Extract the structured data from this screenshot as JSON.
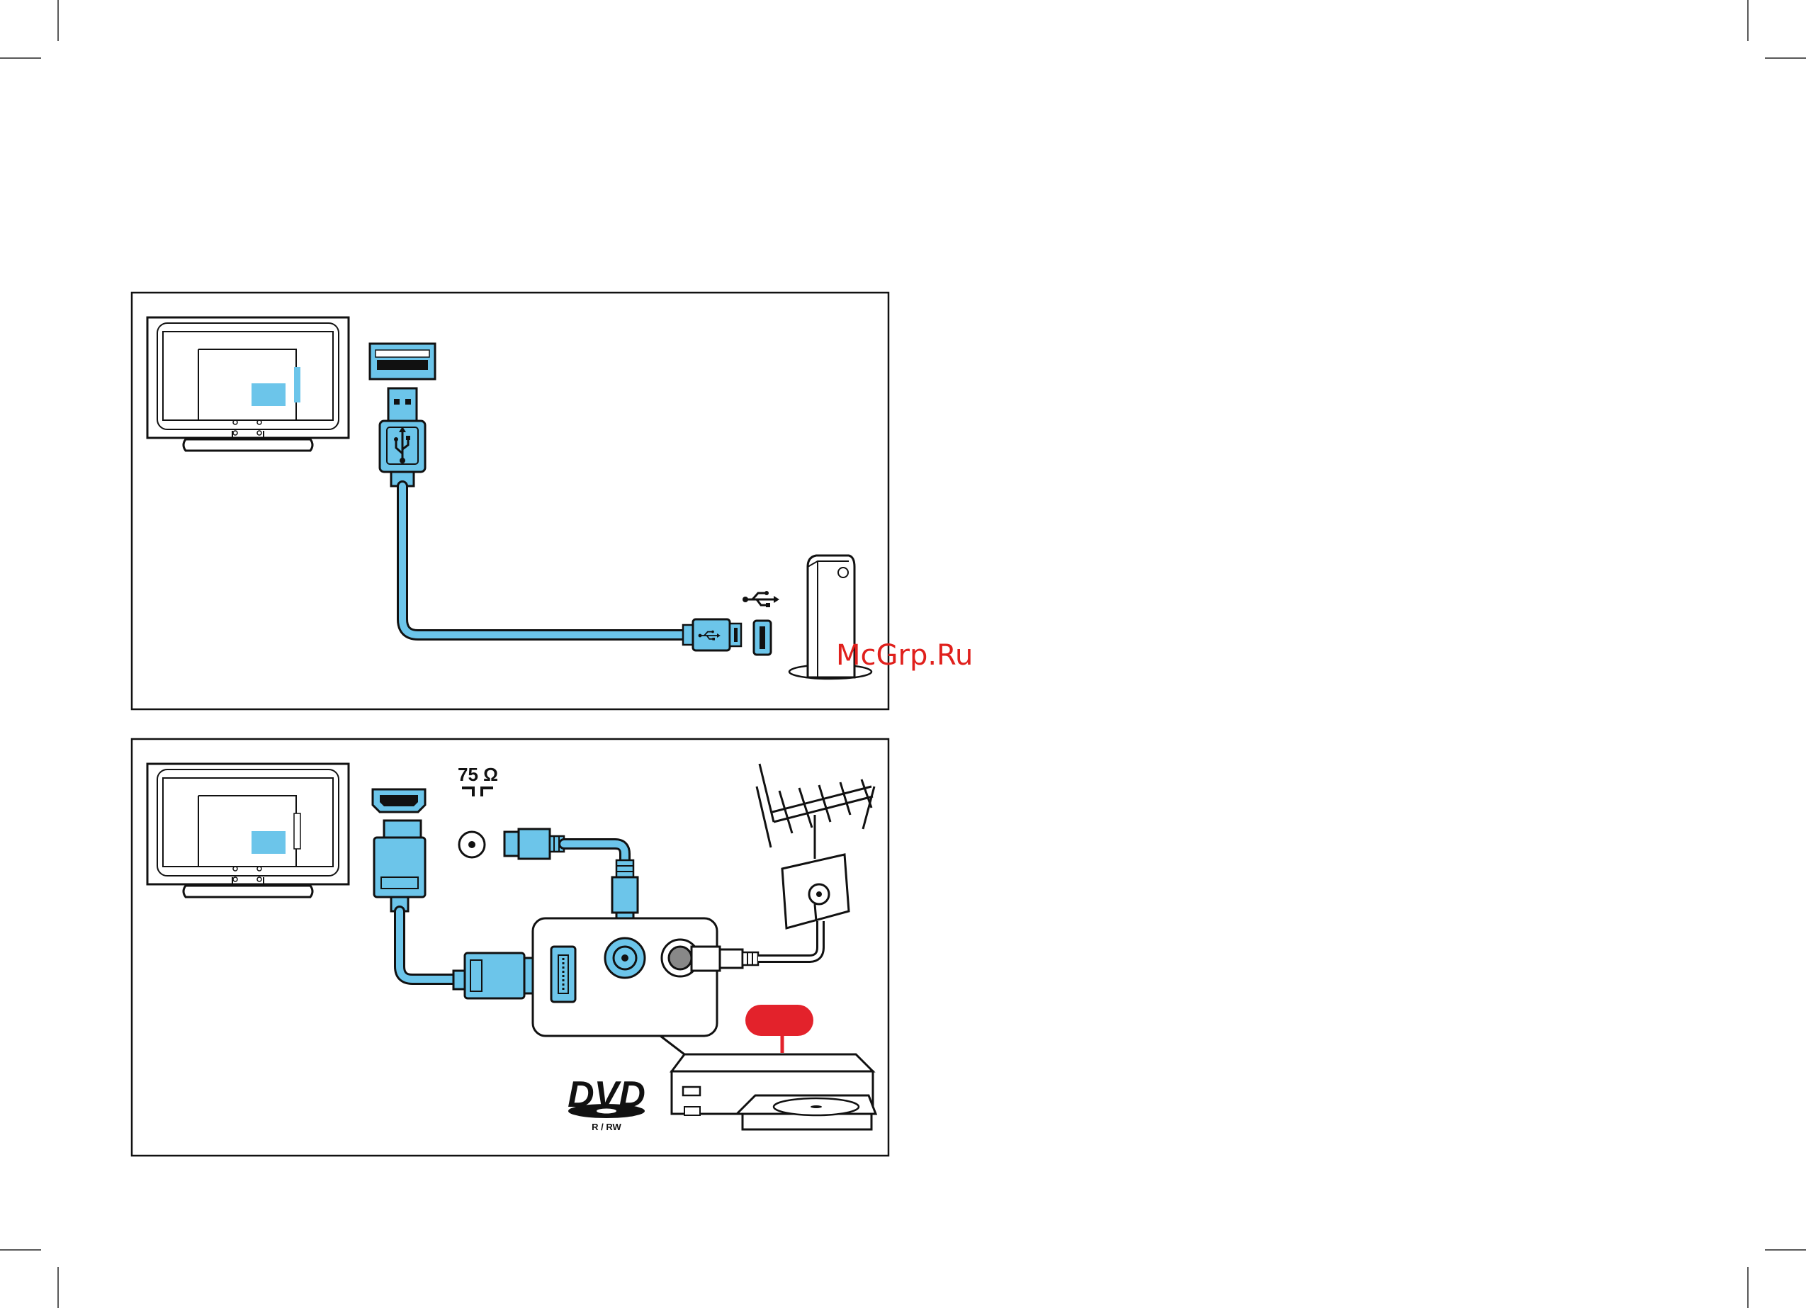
{
  "watermark": "McGrp.Ru",
  "panel2": {
    "impedance_label": "75 Ω",
    "dvd_logo_text": "DVD",
    "dvd_sub_label": "R / RW"
  },
  "colors": {
    "accent_blue": "#6CC5EA",
    "line_black": "#111111",
    "watermark_red": "#E0201C",
    "indicator_red": "#E3222B"
  },
  "icons": [
    "tv-back-icon",
    "usb-port-icon",
    "usb-plug-icon",
    "usb-symbol-icon",
    "router-icon",
    "hdmi-port-icon",
    "hdmi-plug-icon",
    "coax-port-icon",
    "antenna-icon",
    "wall-socket-icon",
    "dvd-recorder-icon",
    "dvd-logo-icon"
  ]
}
